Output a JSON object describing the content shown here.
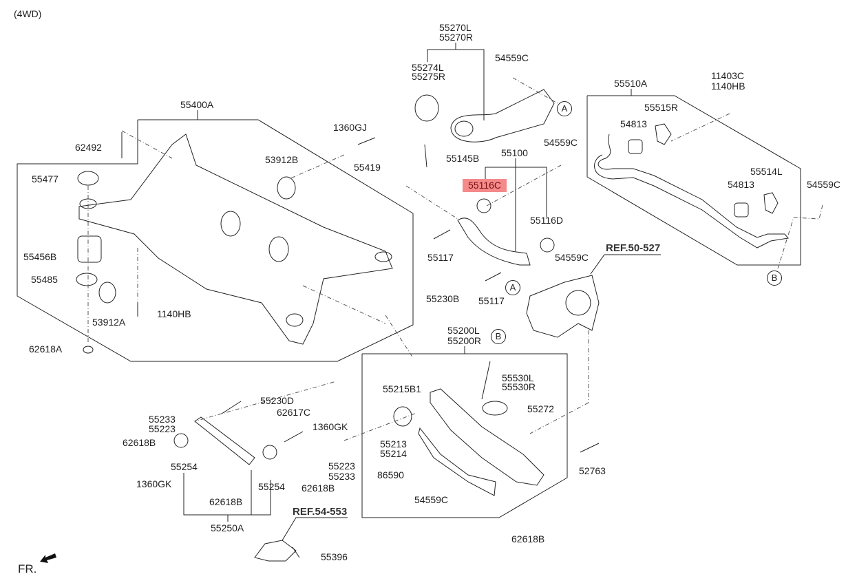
{
  "header": {
    "title": "(4WD)"
  },
  "orientation": {
    "label": "FR.",
    "icon": "front-direction-arrow-icon"
  },
  "highlight_color": "#f48a8a",
  "references": [
    {
      "id": "ref-50-527",
      "label": "REF.50-527"
    },
    {
      "id": "ref-54-553",
      "label": "REF.54-553"
    }
  ],
  "connectors": [
    {
      "id": "A",
      "label": "A"
    },
    {
      "id": "B",
      "label": "B"
    }
  ],
  "groups": {
    "crossmember": {
      "label": "55400A"
    },
    "trailing_arm": {
      "label_l": "55270L",
      "label_r": "55270R"
    },
    "upper_arm": {
      "label": "55100"
    },
    "stabilizer": {
      "label": "55510A"
    },
    "lower_arm": {
      "label_l": "55200L",
      "label_r": "55200R"
    },
    "assist_arm": {
      "label": "55250A"
    }
  },
  "parts": [
    {
      "id": "p62492",
      "label": "62492"
    },
    {
      "id": "p55477",
      "label": "55477"
    },
    {
      "id": "p55456B",
      "label": "55456B"
    },
    {
      "id": "p55485",
      "label": "55485"
    },
    {
      "id": "p53912A",
      "label": "53912A"
    },
    {
      "id": "p1140HB_a",
      "label": "1140HB"
    },
    {
      "id": "p62618A",
      "label": "62618A"
    },
    {
      "id": "p53912B",
      "label": "53912B"
    },
    {
      "id": "p1360GJ",
      "label": "1360GJ"
    },
    {
      "id": "p55419",
      "label": "55419"
    },
    {
      "id": "p55274L",
      "label": "55274L"
    },
    {
      "id": "p55275R",
      "label": "55275R"
    },
    {
      "id": "p54559C_a",
      "label": "54559C"
    },
    {
      "id": "p55145B",
      "label": "55145B"
    },
    {
      "id": "p54559C_b",
      "label": "54559C"
    },
    {
      "id": "p55116C",
      "label": "55116C",
      "highlighted": true
    },
    {
      "id": "p55116D",
      "label": "55116D"
    },
    {
      "id": "p55117_a",
      "label": "55117"
    },
    {
      "id": "p54559C_c",
      "label": "54559C"
    },
    {
      "id": "p55117_b",
      "label": "55117"
    },
    {
      "id": "p11403C",
      "label": "11403C"
    },
    {
      "id": "p1140HB_b",
      "label": "1140HB"
    },
    {
      "id": "p55515R",
      "label": "55515R"
    },
    {
      "id": "p54813_a",
      "label": "54813"
    },
    {
      "id": "p55514L",
      "label": "55514L"
    },
    {
      "id": "p54813_b",
      "label": "54813"
    },
    {
      "id": "p54559C_d",
      "label": "54559C"
    },
    {
      "id": "p55230B",
      "label": "55230B"
    },
    {
      "id": "p55530L",
      "label": "55530L"
    },
    {
      "id": "p55530R",
      "label": "55530R"
    },
    {
      "id": "p55215B1",
      "label": "55215B1"
    },
    {
      "id": "p55272",
      "label": "55272"
    },
    {
      "id": "p55213",
      "label": "55213"
    },
    {
      "id": "p55214",
      "label": "55214"
    },
    {
      "id": "p86590",
      "label": "86590"
    },
    {
      "id": "p54559C_e",
      "label": "54559C"
    },
    {
      "id": "p52763",
      "label": "52763"
    },
    {
      "id": "p62618B_a",
      "label": "62618B"
    },
    {
      "id": "p55230D",
      "label": "55230D"
    },
    {
      "id": "p55233_a",
      "label": "55233"
    },
    {
      "id": "p55223_a",
      "label": "55223"
    },
    {
      "id": "p62617C",
      "label": "62617C"
    },
    {
      "id": "p62618B_b",
      "label": "62618B"
    },
    {
      "id": "p1360GK_a",
      "label": "1360GK"
    },
    {
      "id": "p55254_a",
      "label": "55254"
    },
    {
      "id": "p1360GK_b",
      "label": "1360GK"
    },
    {
      "id": "p55223_b",
      "label": "55223"
    },
    {
      "id": "p55233_b",
      "label": "55233"
    },
    {
      "id": "p62618B_c",
      "label": "62618B"
    },
    {
      "id": "p62618B_d",
      "label": "62618B"
    },
    {
      "id": "p55254_b",
      "label": "55254"
    },
    {
      "id": "p55396",
      "label": "55396"
    }
  ]
}
